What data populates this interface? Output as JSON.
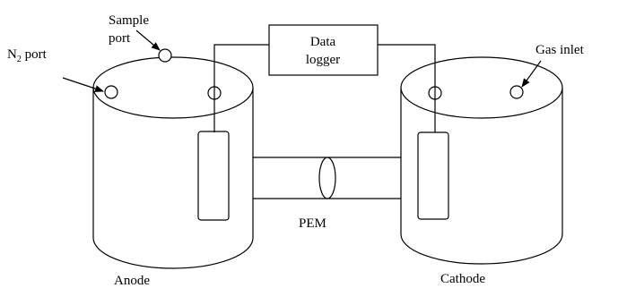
{
  "labels": {
    "sample_port_line1": "Sample",
    "sample_port_line2": "port",
    "n2_port_prefix": "N",
    "n2_port_subscript": "2",
    "n2_port_suffix": " port",
    "data_logger_line1": "Data",
    "data_logger_line2": "logger",
    "gas_inlet": "Gas inlet",
    "pem": "PEM",
    "anode": "Anode",
    "cathode": "Cathode"
  },
  "colors": {
    "line": "#000000",
    "background": "#ffffff"
  }
}
